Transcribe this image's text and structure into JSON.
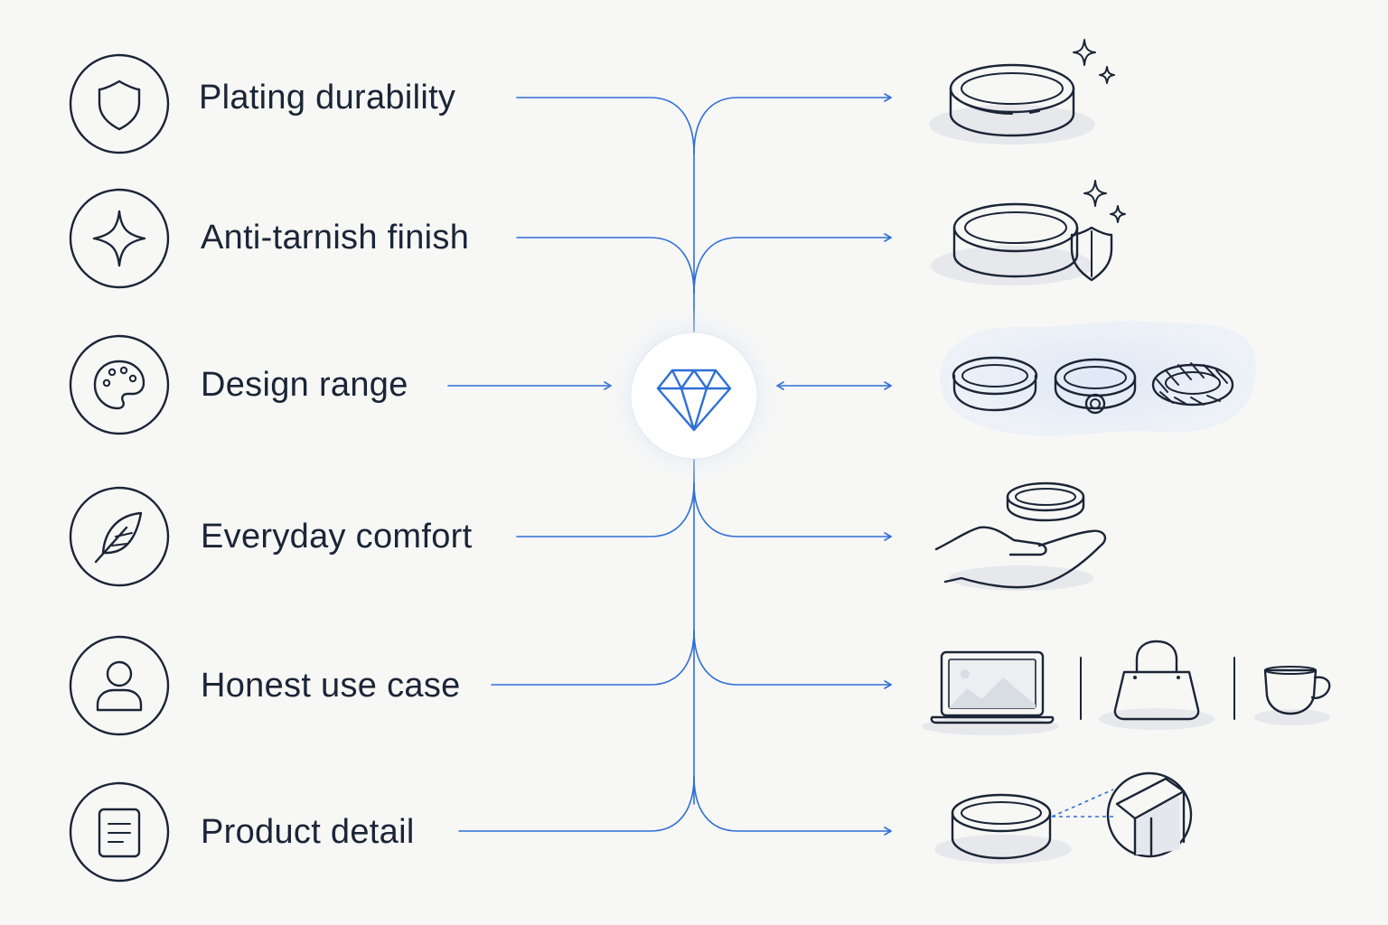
{
  "colors": {
    "background": "#f7f7f6",
    "ink": "#1b2536",
    "accent_blue": "#2f6fd6",
    "hub_glow": "#bcd3f5"
  },
  "hub": {
    "icon": "diamond-icon"
  },
  "features": [
    {
      "label": "Plating durability",
      "icon": "shield-icon",
      "illustration": "ring-with-sparkles"
    },
    {
      "label": "Anti-tarnish finish",
      "icon": "sparkle-icon",
      "illustration": "ring-with-shield"
    },
    {
      "label": "Design range",
      "icon": "palette-icon",
      "illustration": "three-ring-styles"
    },
    {
      "label": "Everyday comfort",
      "icon": "feather-icon",
      "illustration": "ring-over-hand"
    },
    {
      "label": "Honest use case",
      "icon": "person-icon",
      "illustration": "laptop-bag-cup"
    },
    {
      "label": "Product detail",
      "icon": "document-icon",
      "illustration": "ring-edge-zoom"
    }
  ]
}
